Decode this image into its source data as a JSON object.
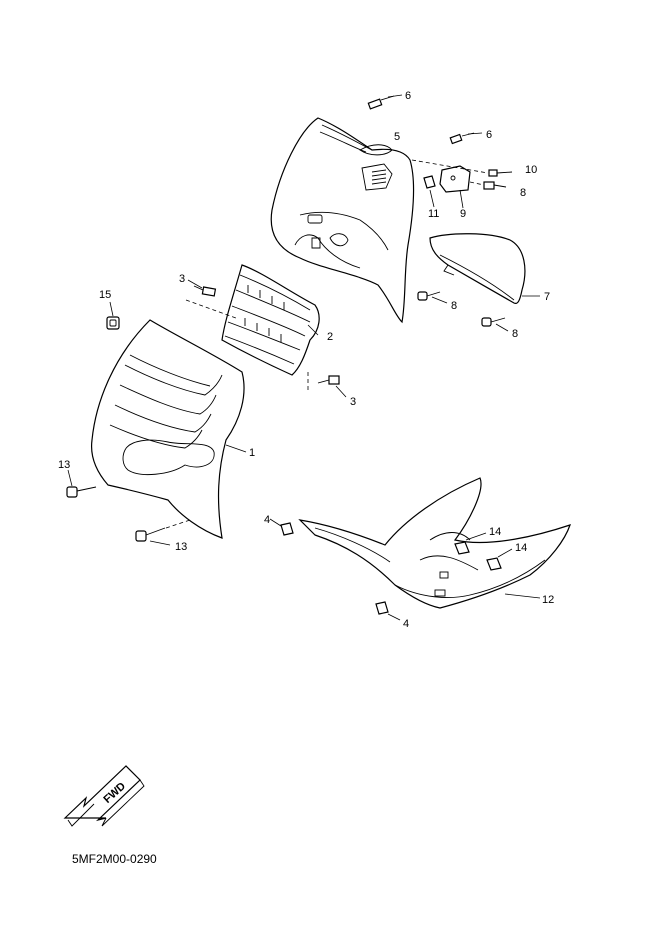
{
  "diagram_code": "5MF2M00-0290",
  "fwd_label": "FWD",
  "callouts": [
    {
      "id": "c1",
      "label": "1"
    },
    {
      "id": "c2",
      "label": "2"
    },
    {
      "id": "c3a",
      "label": "3"
    },
    {
      "id": "c3b",
      "label": "3"
    },
    {
      "id": "c4a",
      "label": "4"
    },
    {
      "id": "c4b",
      "label": "4"
    },
    {
      "id": "c5",
      "label": "5"
    },
    {
      "id": "c6a",
      "label": "6"
    },
    {
      "id": "c6b",
      "label": "6"
    },
    {
      "id": "c7",
      "label": "7"
    },
    {
      "id": "c8a",
      "label": "8"
    },
    {
      "id": "c8b",
      "label": "8"
    },
    {
      "id": "c8c",
      "label": "8"
    },
    {
      "id": "c9",
      "label": "9"
    },
    {
      "id": "c10",
      "label": "10"
    },
    {
      "id": "c11",
      "label": "11"
    },
    {
      "id": "c12",
      "label": "12"
    },
    {
      "id": "c13a",
      "label": "13"
    },
    {
      "id": "c13b",
      "label": "13"
    },
    {
      "id": "c14a",
      "label": "14"
    },
    {
      "id": "c14b",
      "label": "14"
    },
    {
      "id": "c15",
      "label": "15"
    }
  ]
}
